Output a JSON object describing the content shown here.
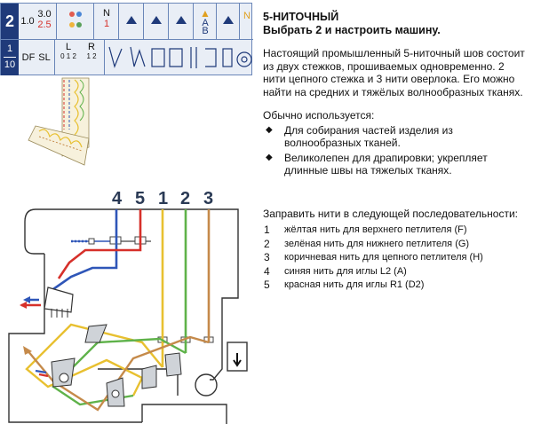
{
  "panel": {
    "row1": {
      "badge": "2",
      "tension_a": "1.0",
      "tension_b_top": "3.0",
      "tension_b_bottom": "2.5",
      "n_top": "N",
      "n_bottom": "1",
      "ab_top": "A",
      "ab_bottom": "B",
      "n_right": "N"
    },
    "row2": {
      "frac_top": "1",
      "frac_bottom": "10",
      "df": "DF",
      "sl": "SL",
      "l_label": "L",
      "l_sub": "0 1 2",
      "r_label": "R",
      "r_sub": "1 2"
    },
    "dot_colors": [
      "#e25b4f",
      "#f0b43c",
      "#4a86d6",
      "#5aa05a"
    ]
  },
  "diagram": {
    "thread_numbers": [
      "4",
      "5",
      "1",
      "2",
      "3"
    ],
    "colors": {
      "blue": "#2f56b8",
      "red": "#d6302a",
      "yellow": "#e8c030",
      "green": "#5fb24a",
      "brown": "#c58a4a"
    }
  },
  "content": {
    "title": "5-НИТОЧНЫЙ",
    "subtitle": "Выбрать 2 и настроить машину.",
    "description": "Настоящий промышленный 5-ниточный шов состоит из двух стежков, прошиваемых одновременно. 2 нити цепного стежка и 3 нити оверлока. Его можно найти на средних и тяжёлых волнообразных тканях.",
    "usage_heading": "Обычно используется:",
    "usage": [
      "Для собирания частей изделия из волнообразных тканей.",
      "Великолепен для драпировки; укрепляет длинные швы на тяжелых тканях."
    ],
    "order_heading": "Заправить нити в следующей последовательности:",
    "steps": [
      {
        "num": "1",
        "text": "жёлтая нить для верхнего петлителя (F)"
      },
      {
        "num": "2",
        "text": "зелёная нить для нижнего петлителя (G)"
      },
      {
        "num": "3",
        "text": "коричневая нить для цепного петлителя (H)"
      },
      {
        "num": "4",
        "text": "синяя нить для иглы L2 (A)"
      },
      {
        "num": "5",
        "text": "красная нить для иглы R1 (D2)"
      }
    ]
  }
}
